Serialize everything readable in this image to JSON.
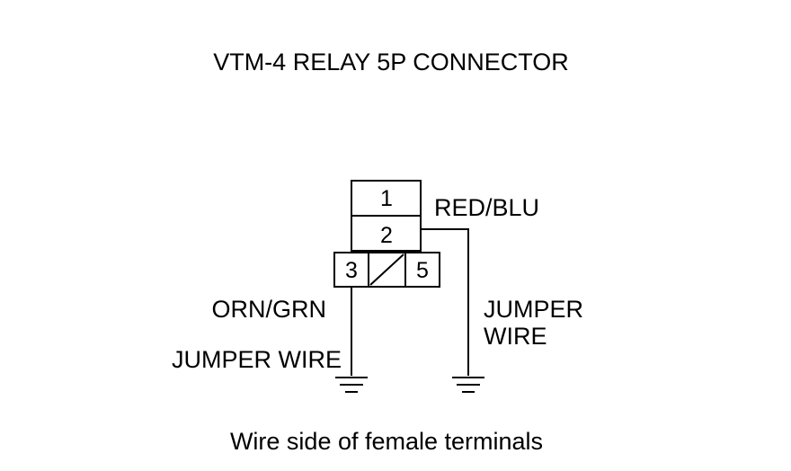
{
  "title": "VTM-4 RELAY 5P CONNECTOR",
  "caption": "Wire side of female terminals",
  "connector": {
    "pins": {
      "p1": "1",
      "p2": "2",
      "p3": "3",
      "p5": "5"
    }
  },
  "wires": {
    "pin2_color": "RED/BLU",
    "pin2_jumper_line1": "JUMPER",
    "pin2_jumper_line2": "WIRE",
    "pin3_color": "ORN/GRN",
    "pin3_jumper": "JUMPER WIRE"
  }
}
